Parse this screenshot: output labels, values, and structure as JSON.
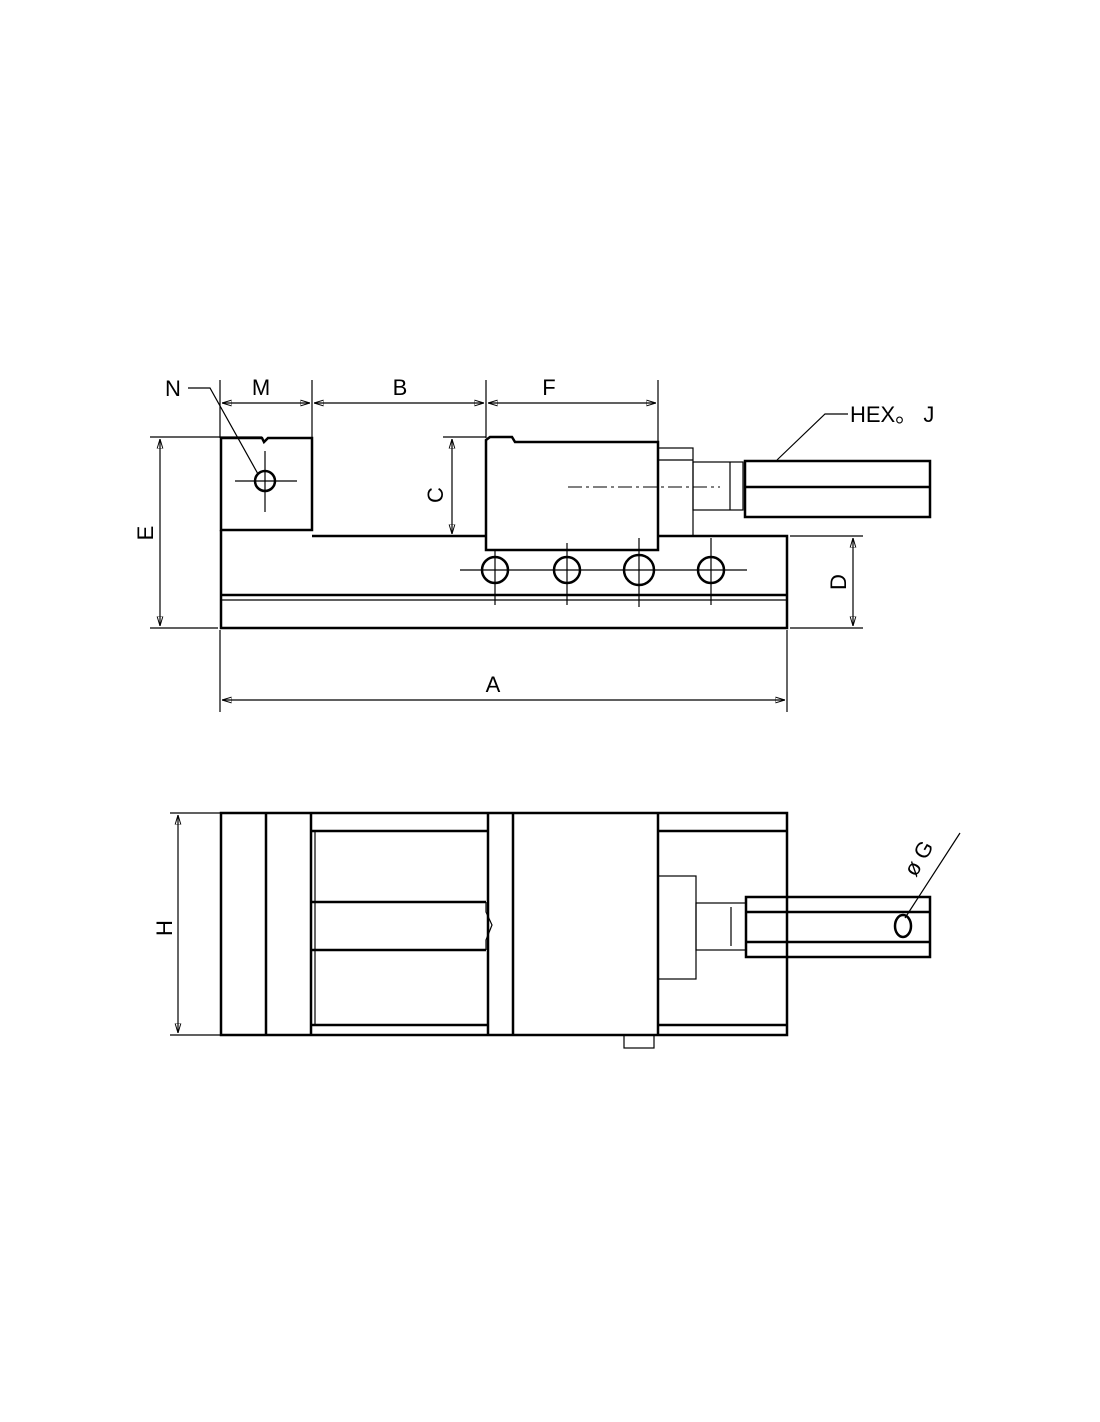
{
  "drawing": {
    "title": "Precision machine vise dimension drawing",
    "side_view": {
      "labels": {
        "M": "M",
        "B": "B",
        "F": "F",
        "N": "N",
        "E": "E",
        "C": "C",
        "D": "D",
        "A": "A",
        "hex": "HEX。 J"
      }
    },
    "top_view": {
      "labels": {
        "H": "H",
        "G": "ø G"
      }
    },
    "colors": {
      "line": "#000000",
      "background": "#ffffff"
    }
  }
}
